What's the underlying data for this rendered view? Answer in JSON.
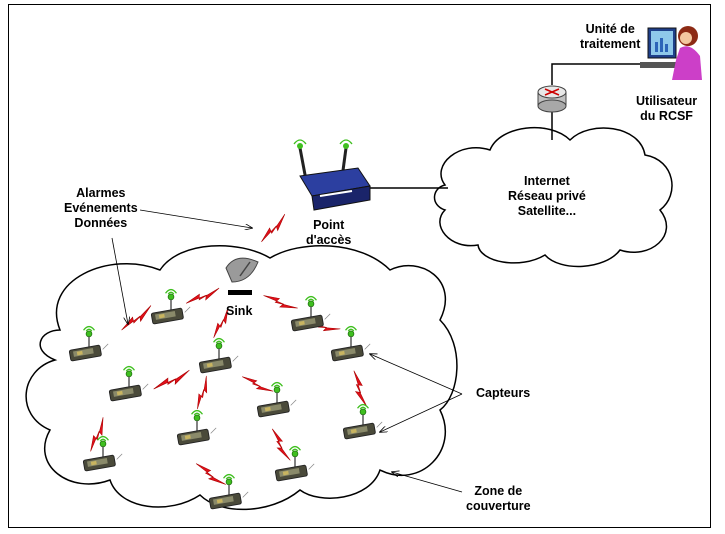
{
  "labels": {
    "processing_unit": [
      "Unité de",
      "traitement"
    ],
    "user": [
      "Utilisateur",
      "du RCSF"
    ],
    "network_cloud": [
      "Internet",
      "Réseau privé",
      "Satellite..."
    ],
    "access_point": [
      "Point",
      "d'accès"
    ],
    "traffic": [
      "Alarmes",
      "Evénements",
      "Données"
    ],
    "sink": "Sink",
    "sensors": "Capteurs",
    "coverage_zone": [
      "Zone de",
      "couverture"
    ]
  },
  "colors": {
    "cloud_stroke": "#000000",
    "wireless_link": "#e0101a",
    "sensor_led": "#3fbf1f",
    "router_body": "#1f2f8f"
  },
  "icons": [
    "router-icon",
    "access-point-icon",
    "satellite-dish-icon",
    "sensor-node-icon",
    "computer-user-icon"
  ]
}
